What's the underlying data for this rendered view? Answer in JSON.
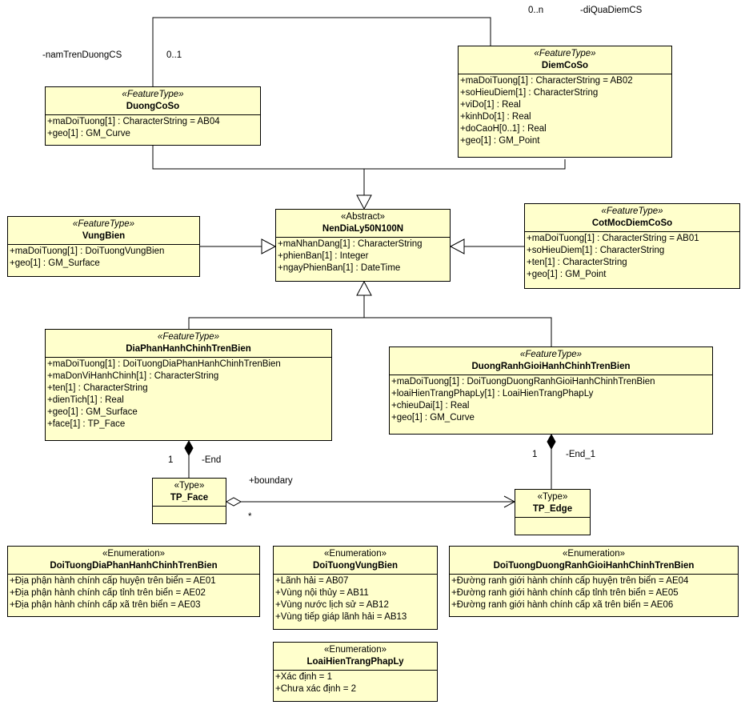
{
  "classes": {
    "diemCoSo": {
      "stereotype": "«FeatureType»",
      "name": "DiemCoSo",
      "attributes": [
        "+maDoiTuong[1] : CharacterString = AB02",
        "+soHieuDiem[1] : CharacterString",
        "+viDo[1] : Real",
        "+kinhDo[1] : Real",
        "+doCaoH[0..1] : Real",
        "+geo[1] : GM_Point"
      ]
    },
    "duongCoSo": {
      "stereotype": "«FeatureType»",
      "name": "DuongCoSo",
      "attributes": [
        "+maDoiTuong[1] : CharacterString = AB04",
        "+geo[1] : GM_Curve"
      ]
    },
    "vungBien": {
      "stereotype": "«FeatureType»",
      "name": "VungBien",
      "attributes": [
        "+maDoiTuong[1] : DoiTuongVungBien",
        "+geo[1] : GM_Surface"
      ]
    },
    "nenDiaLy": {
      "stereotype": "«Abstract»",
      "name": "NenDiaLy50N100N",
      "attributes": [
        "+maNhanDang[1] : CharacterString",
        "+phienBan[1] : Integer",
        "+ngayPhienBan[1] : DateTime"
      ]
    },
    "cotMoc": {
      "stereotype": "«FeatureType»",
      "name": "CotMocDiemCoSo",
      "attributes": [
        "+maDoiTuong[1] : CharacterString = AB01",
        "+soHieuDiem[1] : CharacterString",
        "+ten[1] : CharacterString",
        "+geo[1] : GM_Point"
      ]
    },
    "diaPhan": {
      "stereotype": "«FeatureType»",
      "name": "DiaPhanHanhChinhTrenBien",
      "attributes": [
        "+maDoiTuong[1] : DoiTuongDiaPhanHanhChinhTrenBien",
        "+maDonViHanhChinh[1] : CharacterString",
        "+ten[1] : CharacterString",
        "+dienTich[1] : Real",
        "+geo[1] : GM_Surface",
        "+face[1] : TP_Face"
      ]
    },
    "duongRanhGioi": {
      "stereotype": "«FeatureType»",
      "name": "DuongRanhGioiHanhChinhTrenBien",
      "attributes": [
        "+maDoiTuong[1] : DoiTuongDuongRanhGioiHanhChinhTrenBien",
        "+loaiHienTrangPhapLy[1] : LoaiHienTrangPhapLy",
        "+chieuDai[1] : Real",
        "+geo[1] : GM_Curve"
      ]
    },
    "tpFace": {
      "stereotype": "«Type»",
      "name": "TP_Face"
    },
    "tpEdge": {
      "stereotype": "«Type»",
      "name": "TP_Edge"
    },
    "enumDiaPhan": {
      "stereotype": "«Enumeration»",
      "name": "DoiTuongDiaPhanHanhChinhTrenBien",
      "attributes": [
        "+Địa phận hành chính cấp huyện trên biển = AE01",
        "+Địa phận hành chính cấp tỉnh trên biển = AE02",
        "+Địa phận hành chính cấp xã trên biển = AE03"
      ]
    },
    "enumVungBien": {
      "stereotype": "«Enumeration»",
      "name": "DoiTuongVungBien",
      "attributes": [
        "+Lãnh hải = AB07",
        "+Vùng nội thủy = AB11",
        "+Vùng nước lịch sử = AB12",
        "+Vùng tiếp giáp lãnh hải = AB13"
      ]
    },
    "enumDuongRanhGioi": {
      "stereotype": "«Enumeration»",
      "name": "DoiTuongDuongRanhGioiHanhChinhTrenBien",
      "attributes": [
        "+Đường ranh giới hành chính cấp huyện trên biển = AE04",
        "+Đường ranh giới hành chính cấp tỉnh trên biển = AE05",
        "+Đường ranh giới hành chính cấp xã trên biển = AE06"
      ]
    },
    "enumPhapLy": {
      "stereotype": "«Enumeration»",
      "name": "LoaiHienTrangPhapLy",
      "attributes": [
        "+Xác định = 1",
        "+Chưa xác định = 2"
      ]
    }
  },
  "labels": {
    "mult_0n": "0..n",
    "role_diQuaDiemCS": "-diQuaDiemCS",
    "role_namTrenDuongCS": "-namTrenDuongCS",
    "mult_01": "0..1",
    "mult_1_face": "1",
    "role_end": "-End",
    "role_boundary": "+boundary",
    "mult_star": "*",
    "mult_1_edge": "1",
    "role_end1": "-End_1"
  },
  "colors": {
    "class_fill": "#ffffcc",
    "line": "#000000"
  }
}
